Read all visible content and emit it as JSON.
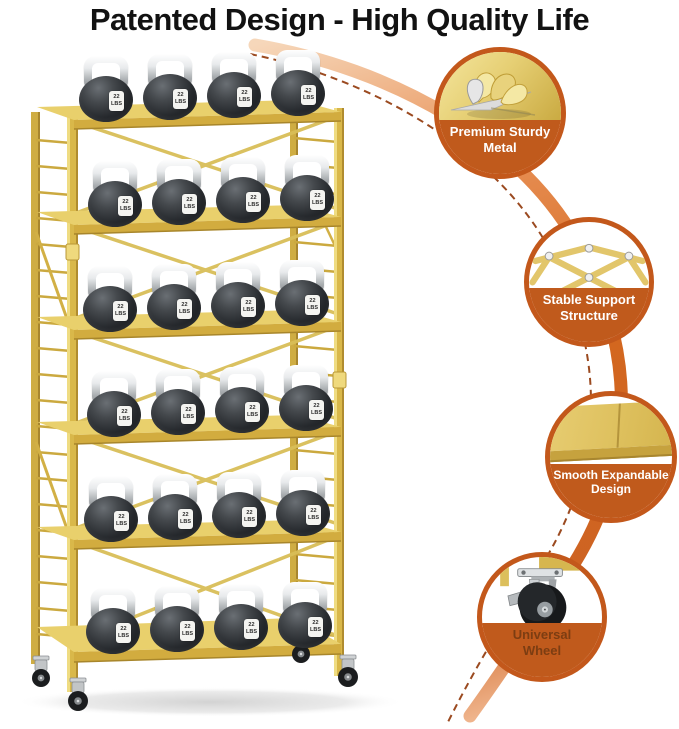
{
  "title": "Patented Design - High Quality Life",
  "rack": {
    "shelf_count": 6,
    "kettlebells_per_shelf": 4,
    "kettlebell": {
      "weight": "22",
      "unit": "LBS",
      "full_label": "22 LBS"
    }
  },
  "callouts": [
    {
      "id": "premium-sturdy-metal",
      "label_line1": "Premium Sturdy",
      "label_line2": "Metal",
      "icon": "metal-shavings-icon",
      "label_color": "#FFFFFF"
    },
    {
      "id": "stable-support-structure",
      "label_line1": "Stable Support",
      "label_line2": "Structure",
      "icon": "truss-icon",
      "label_color": "#FFFFFF"
    },
    {
      "id": "smooth-expandable-design",
      "label_line1": "Smooth Expandable",
      "label_line2": "Design",
      "icon": "shelf-surface-icon",
      "label_color": "#FFFFFF"
    },
    {
      "id": "universal-wheel",
      "label_line1": "Universal",
      "label_line2": "Wheel",
      "icon": "caster-wheel-icon",
      "label_color": "#7C3D12"
    }
  ],
  "colors": {
    "accent_orange": "#C3581B",
    "band_orange": "#C05A1C",
    "gold": "#D9B84A",
    "arc_light": "#F6D7BA",
    "arc_dark": "#CC6120",
    "dashed_line": "#9B4A20"
  }
}
